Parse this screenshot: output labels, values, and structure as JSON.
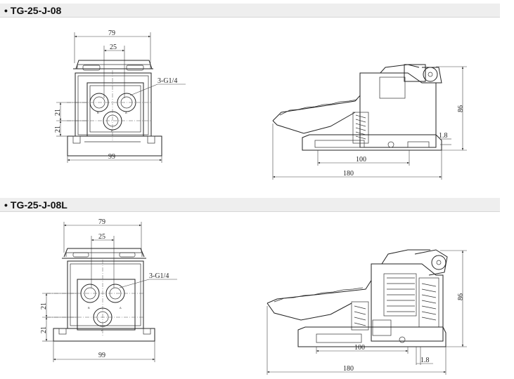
{
  "sections": [
    {
      "title": "TG-25-J-08",
      "front": {
        "dim_width_top": "79",
        "dim_inner": "25",
        "port_label": "3-G1/4",
        "dim_v1": "21",
        "dim_v2": "21",
        "dim_base": "99"
      },
      "side": {
        "dim_height": "86",
        "dim_small": "1.8",
        "dim_mid": "100",
        "dim_total": "180"
      }
    },
    {
      "title": "TG-25-J-08L",
      "front": {
        "dim_width_top": "79",
        "dim_inner": "25",
        "port_label": "3-G1/4",
        "dim_v1": "21",
        "dim_v2": "21",
        "dim_base": "99"
      },
      "side": {
        "dim_height": "86",
        "dim_small": "1.8",
        "dim_mid": "100",
        "dim_total": "180"
      }
    }
  ],
  "port_letters": {
    "b": "B",
    "a": "A",
    "p": "P"
  },
  "colors": {
    "line": "#222222",
    "header_bg": "#eeeeee"
  }
}
